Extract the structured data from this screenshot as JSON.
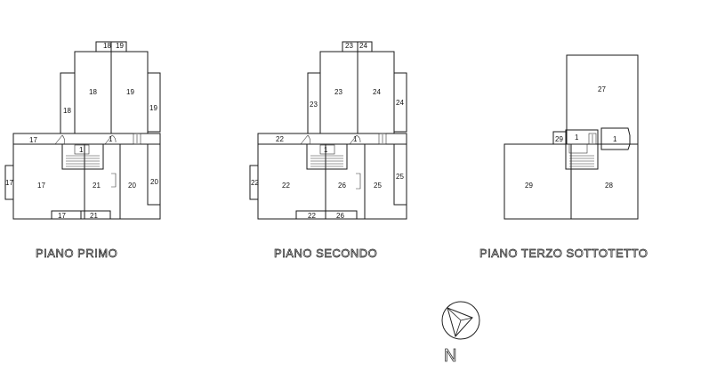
{
  "floors": [
    {
      "title": "PIANO PRIMO",
      "labels": [
        "18",
        "19",
        "18",
        "19",
        "18",
        "19",
        "17",
        "1",
        "1",
        "17",
        "21",
        "20",
        "17",
        "20",
        "17",
        "21"
      ]
    },
    {
      "title": "PIANO SECONDO",
      "labels": [
        "23",
        "24",
        "23",
        "24",
        "23",
        "24",
        "22",
        "1",
        "1",
        "22",
        "26",
        "25",
        "22",
        "25",
        "22",
        "26"
      ]
    },
    {
      "title": "PIANO TERZO SOTTOTETTO",
      "labels": [
        "27",
        "29",
        "1",
        "1",
        "29",
        "28"
      ]
    }
  ],
  "north": {
    "letter": "N"
  }
}
